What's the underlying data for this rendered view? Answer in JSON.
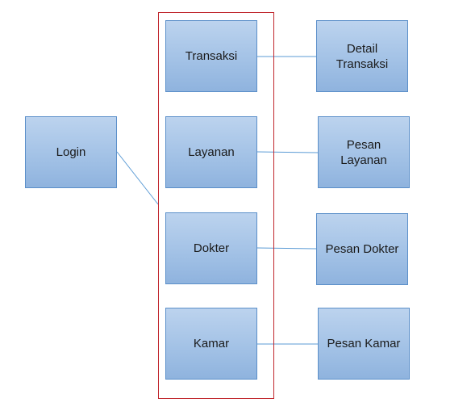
{
  "diagram": {
    "colors": {
      "node_fill_top": "#bcd3ee",
      "node_fill_bottom": "#8fb3de",
      "node_border": "#5b8fc9",
      "connector": "#5b9bd5",
      "group_frame": "#c0262d"
    },
    "nodes": {
      "login": "Login",
      "transaksi": "Transaksi",
      "layanan": "Layanan",
      "dokter": "Dokter",
      "kamar": "Kamar",
      "detail_transaksi": "Detail\nTransaksi",
      "pesan_layanan": "Pesan\nLayanan",
      "pesan_dokter": "Pesan Dokter",
      "pesan_kamar": "Pesan Kamar"
    },
    "edges": [
      {
        "from": "login",
        "to": "menu-group"
      },
      {
        "from": "transaksi",
        "to": "detail_transaksi"
      },
      {
        "from": "layanan",
        "to": "pesan_layanan"
      },
      {
        "from": "dokter",
        "to": "pesan_dokter"
      },
      {
        "from": "kamar",
        "to": "pesan_kamar"
      }
    ]
  }
}
